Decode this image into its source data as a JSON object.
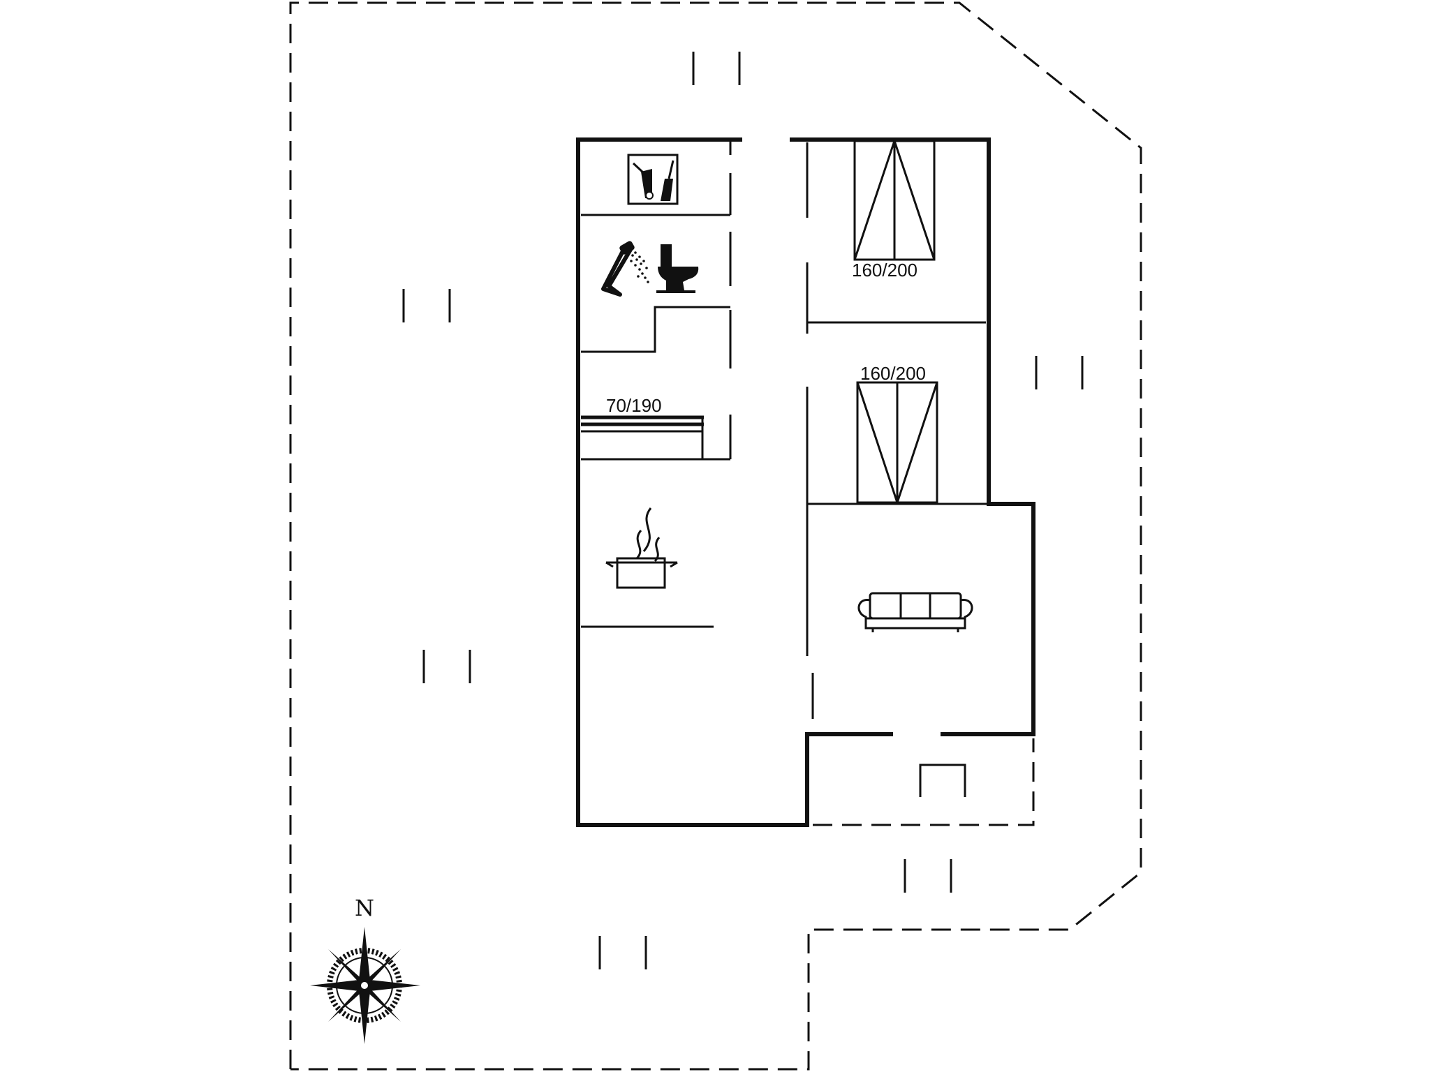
{
  "compass": {
    "north_label": "N"
  },
  "beds": {
    "bed_1": "160/200",
    "bed_2": "160/200",
    "bed_3": "70/190"
  },
  "icons": {
    "utility": "cleaning-tools-icon",
    "bathroom_shower": "shower-icon",
    "bathroom_toilet": "toilet-icon",
    "kitchen": "cooking-pot-icon",
    "living": "sofa-icon",
    "compass": "compass-rose-icon"
  }
}
